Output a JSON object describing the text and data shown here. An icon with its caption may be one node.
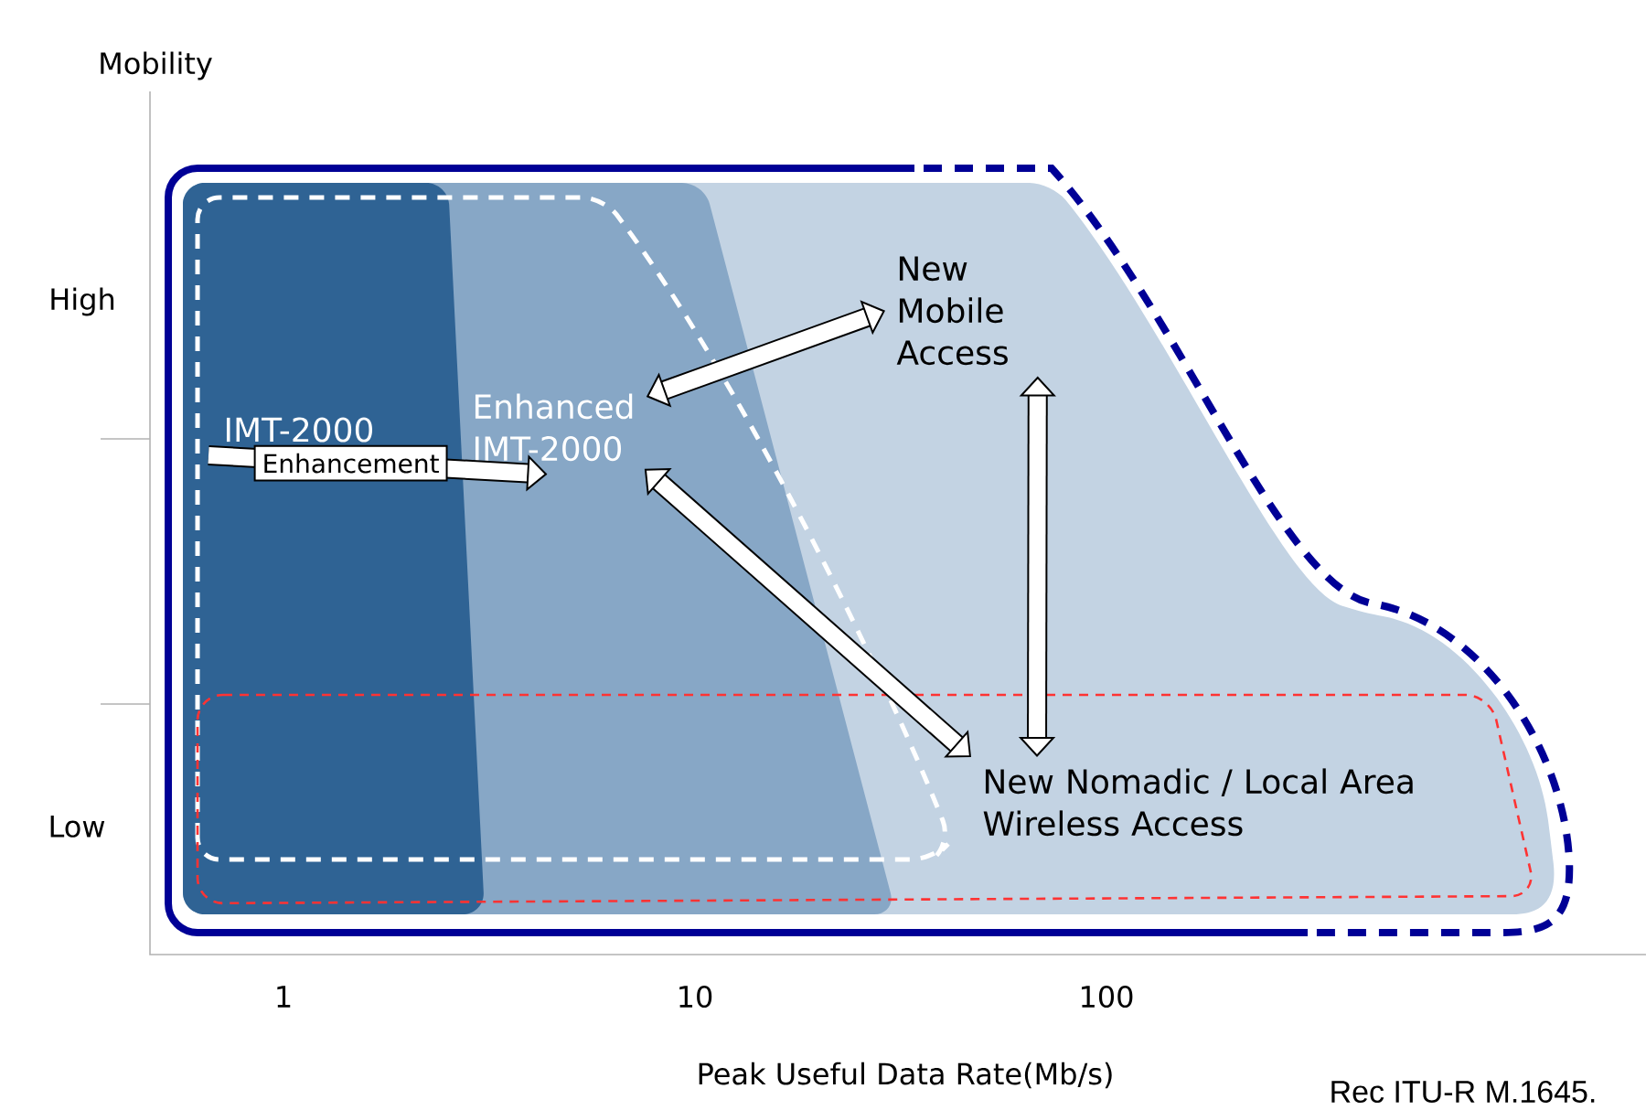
{
  "diagram": {
    "nodes": [
      {
        "text": [
          "IMT-2000"
        ]
      },
      {
        "text": [
          "Enhanced IMT-2000"
        ]
      },
      {
        "text": [
          "New Mobile Access"
        ]
      },
      {
        "text": [
          "New Nomadic / Local Area Wireless Access"
        ]
      }
    ],
    "edges": [
      {
        "from": 0,
        "to": 1,
        "arrow": "to",
        "label": "Enhancement"
      },
      {
        "from": 1,
        "to": 2,
        "arrow": "both"
      },
      {
        "from": 2,
        "to": 3,
        "arrow": "both"
      },
      {
        "from": 1,
        "to": 3,
        "arrow": "both"
      }
    ],
    "labels": [
      "Mobility",
      "High",
      "Low",
      "1",
      "10",
      "100",
      "Peak Useful Data Rate(Mb/s)",
      "Rec ITU-R M.1645."
    ]
  }
}
